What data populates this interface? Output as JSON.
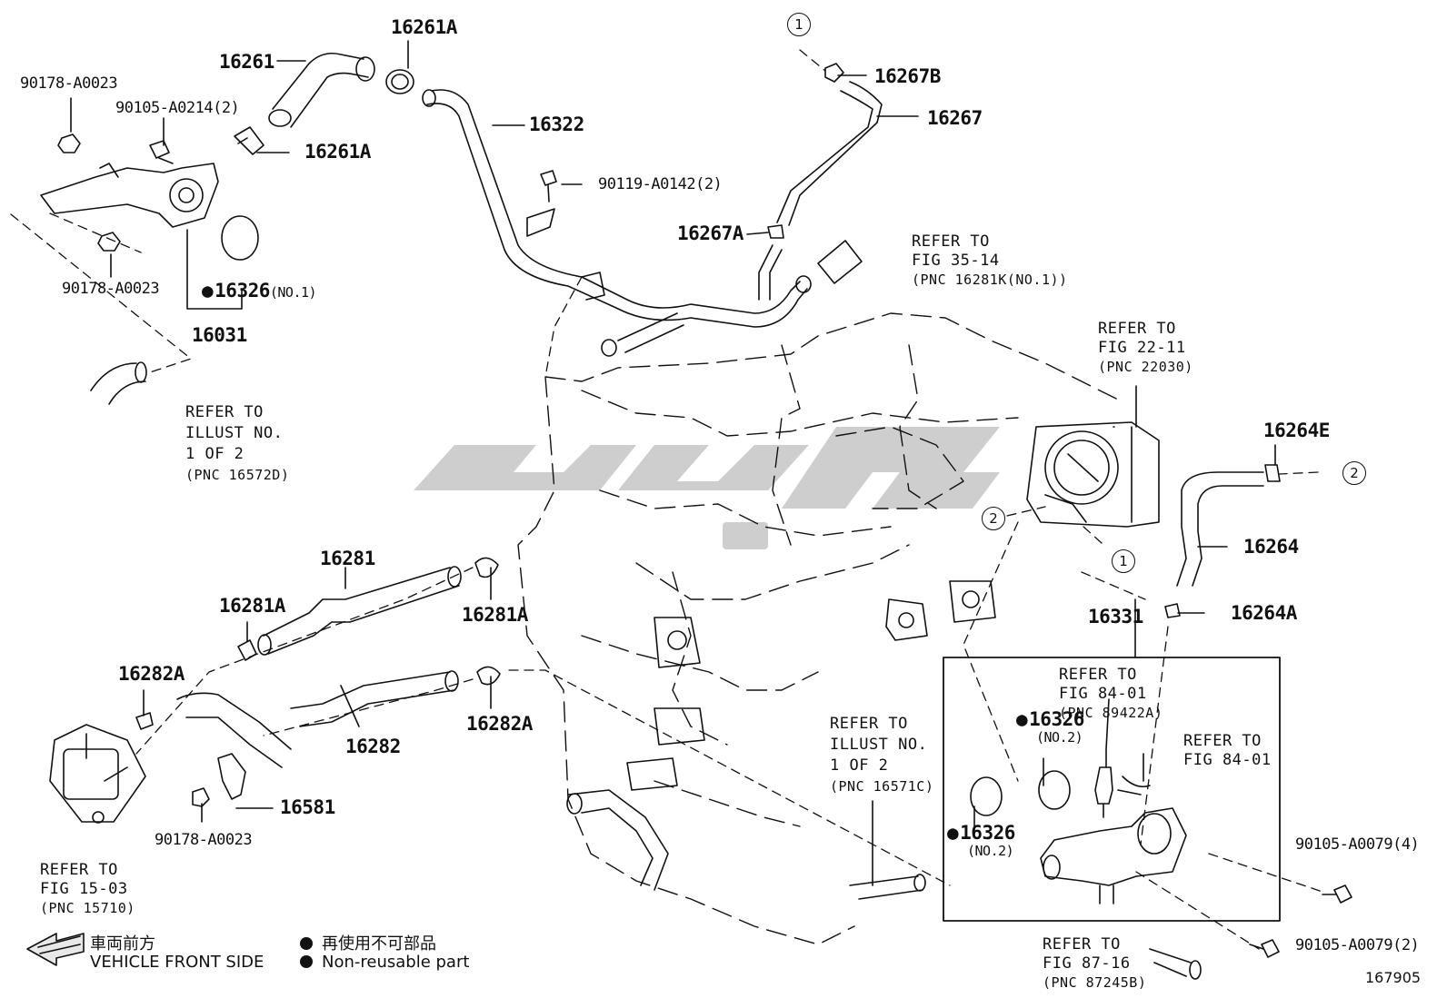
{
  "parts": {
    "p16261": "16261",
    "p16261A_top": "16261A",
    "p16261A_clip": "16261A",
    "p16322": "16322",
    "p16267B": "16267B",
    "p16267": "16267",
    "p16267A": "16267A",
    "p90178_top": "90178-A0023",
    "p90105_0214": "90105-A0214(2)",
    "p90119": "90119-A0142(2)",
    "p90178_mid": "90178-A0023",
    "p16326_no1": "16326",
    "p16326_no1_sfx": "(NO.1)",
    "p16031": "16031",
    "p16264E": "16264E",
    "p16264": "16264",
    "p16264A": "16264A",
    "p16331": "16331",
    "p16281": "16281",
    "p16281A_left": "16281A",
    "p16281A_right": "16281A",
    "p16282A_left": "16282A",
    "p16282A_right": "16282A",
    "p16282": "16282",
    "p16581": "16581",
    "p90178_bot": "90178-A0023",
    "p16326_no2a": "16326",
    "p16326_no2a_sfx": "(NO.2)",
    "p16326_no2b": "16326",
    "p16326_no2b_sfx": "(NO.2)",
    "p90105_0079_4": "90105-A0079(4)",
    "p90105_0079_2": "90105-A0079(2)"
  },
  "refs": {
    "fig35": [
      "REFER TO",
      "FIG 35-14",
      "(PNC 16281K(NO.1))"
    ],
    "fig22": [
      "REFER TO",
      "FIG 22-11",
      "(PNC 22030)"
    ],
    "illust1": [
      "REFER TO",
      "ILLUST NO.",
      "1 OF 2",
      "(PNC 16572D)"
    ],
    "illust2": [
      "REFER TO",
      "ILLUST NO.",
      "1 OF 2",
      "(PNC 16571C)"
    ],
    "fig84a": [
      "REFER TO",
      "FIG 84-01",
      "(PNC 89422A)"
    ],
    "fig84b": [
      "REFER TO",
      "FIG 84-01"
    ],
    "fig15": [
      "REFER TO",
      "FIG 15-03",
      "(PNC 15710)"
    ],
    "fig87": [
      "REFER TO",
      "FIG 87-16",
      "(PNC 87245B)"
    ]
  },
  "circles": {
    "c1_top": "1",
    "c1_mid": "1",
    "c2_left": "2",
    "c2_right": "2"
  },
  "legend": {
    "front_jp": "車両前方",
    "front_en": "VEHICLE FRONT SIDE",
    "nonreuse_jp": "再使用不可部品",
    "nonreuse_en": "Non-reusable part"
  },
  "figure_number": "167905",
  "colors": {
    "line": "#111111",
    "watermark": "#c8c8c8"
  }
}
